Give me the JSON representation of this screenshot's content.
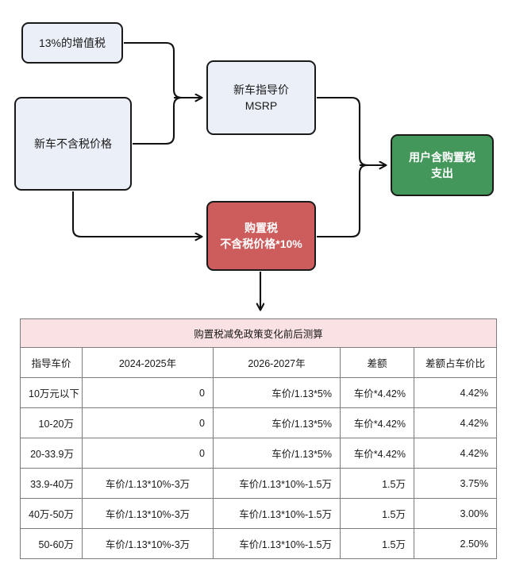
{
  "diagram": {
    "nodes": [
      {
        "id": "vat",
        "label_lines": [
          "13%的增值税"
        ],
        "color": "#eaeff8",
        "text_color": "#1a1a1a"
      },
      {
        "id": "price",
        "label_lines": [
          "新车不含税价格"
        ],
        "color": "#eaeff8",
        "text_color": "#1a1a1a"
      },
      {
        "id": "msrp",
        "label_lines": [
          "新车指导价",
          "MSRP"
        ],
        "color": "#eaeff8",
        "text_color": "#1a1a1a"
      },
      {
        "id": "tax",
        "label_lines": [
          "购置税",
          "不含税价格*10%"
        ],
        "color": "#cd5c5c",
        "text_color": "#ffffff"
      },
      {
        "id": "out",
        "label_lines": [
          "用户含购置税",
          "支出"
        ],
        "color": "#44975b",
        "text_color": "#ffffff"
      }
    ],
    "edges": [
      {
        "from": "vat",
        "to": "msrp"
      },
      {
        "from": "price",
        "to": "msrp"
      },
      {
        "from": "price",
        "to": "tax"
      },
      {
        "from": "msrp",
        "to": "out"
      },
      {
        "from": "tax",
        "to": "out"
      },
      {
        "from": "tax",
        "to": "table"
      }
    ]
  },
  "table": {
    "title": "购置税减免政策变化前后测算",
    "title_bg": "#fae1e3",
    "columns": [
      "指导车价",
      "2024-2025年",
      "2026-2027年",
      "差额",
      "差额占车价比"
    ],
    "rows": [
      [
        "10万元以下",
        "0",
        "车价/1.13*5%",
        "车价*4.42%",
        "4.42%"
      ],
      [
        "10-20万",
        "0",
        "车价/1.13*5%",
        "车价*4.42%",
        "4.42%"
      ],
      [
        "20-33.9万",
        "0",
        "车价/1.13*5%",
        "车价*4.42%",
        "4.42%"
      ],
      [
        "33.9-40万",
        "车价/1.13*10%-3万",
        "车价/1.13*10%-1.5万",
        "1.5万",
        "3.75%"
      ],
      [
        "40万-50万",
        "车价/1.13*10%-3万",
        "车价/1.13*10%-1.5万",
        "1.5万",
        "3.00%"
      ],
      [
        "50-60万",
        "车价/1.13*10%-3万",
        "车价/1.13*10%-1.5万",
        "1.5万",
        "2.50%"
      ]
    ]
  }
}
